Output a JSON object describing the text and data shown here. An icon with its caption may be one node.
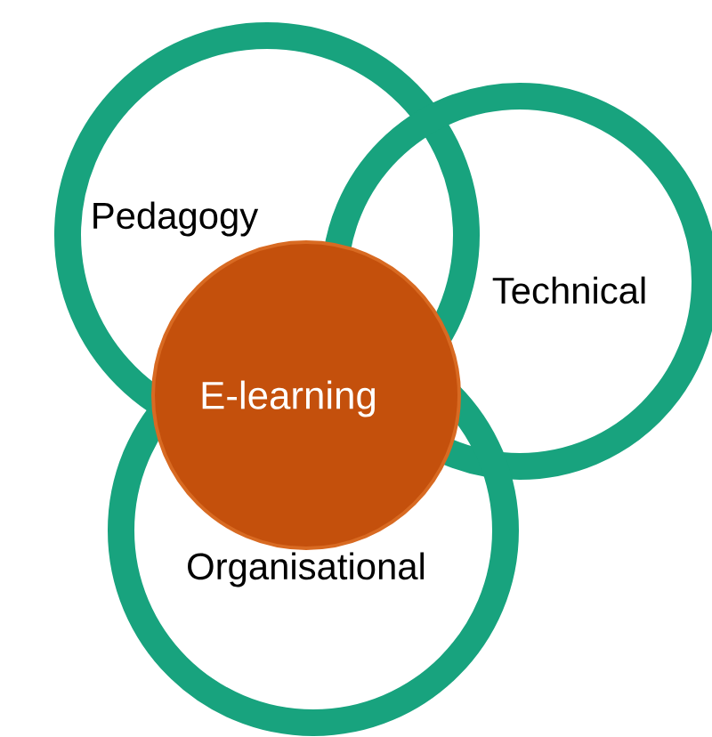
{
  "diagram": {
    "nodes": [
      {
        "text": [
          "Pedagogy"
        ]
      },
      {
        "text": [
          "Technical"
        ]
      },
      {
        "text": [
          "Organisational"
        ]
      },
      {
        "text": [
          "E-learning"
        ]
      }
    ]
  }
}
